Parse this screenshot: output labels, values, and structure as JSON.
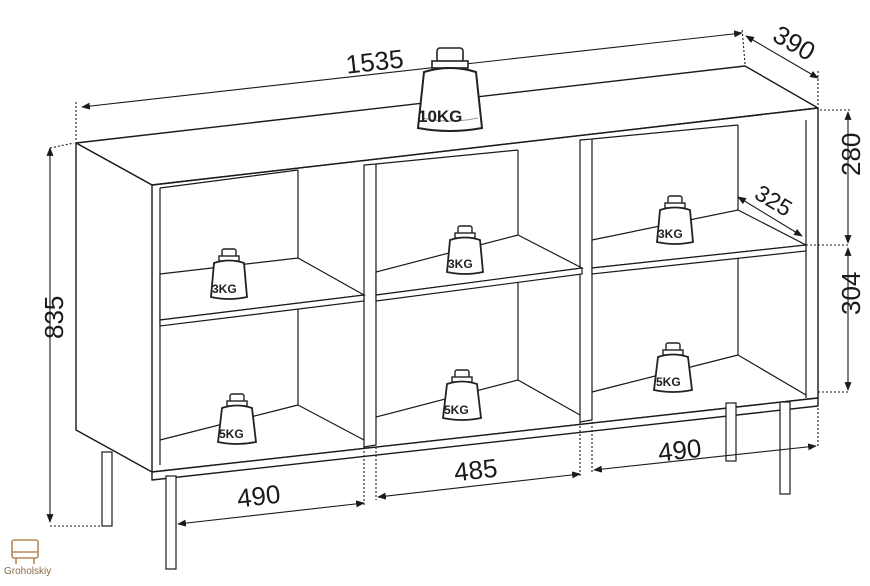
{
  "dimensions": {
    "width": "1535",
    "depth": "390",
    "height": "835",
    "top_section_height": "280",
    "bottom_section_height": "304",
    "shelf_depth": "325",
    "left_compartment_width": "490",
    "middle_compartment_width": "485",
    "right_compartment_width": "490"
  },
  "load_labels": {
    "top": "10KG",
    "left_upper": "3KG",
    "middle_upper": "3KG",
    "right_upper": "3KG",
    "left_lower": "5KG",
    "middle_lower": "5KG",
    "right_lower": "5KG"
  },
  "brand": {
    "name": "Groholskiy",
    "accent_color": "#b8895a"
  }
}
